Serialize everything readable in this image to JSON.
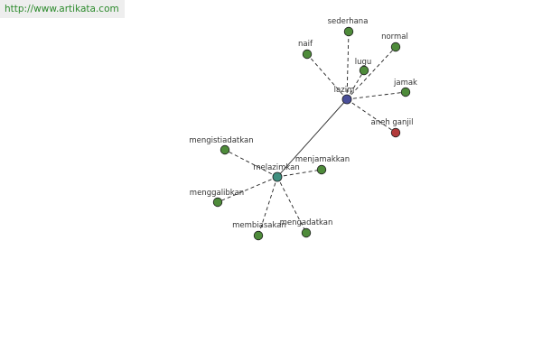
{
  "source_link": "http://www.artikata.com",
  "colors": {
    "leaf_node": "#4e8b3a",
    "hub_lazim": "#4a4f9a",
    "hub_melazimkan": "#3f8f7f",
    "antonym_node": "#b23a3a",
    "edge": "#222222",
    "link": "#2c8a2c"
  },
  "graph": {
    "hubs": [
      {
        "id": "lazim",
        "label": "lazim",
        "color_key": "hub_lazim"
      },
      {
        "id": "melazimkan",
        "label": "melazimkan",
        "color_key": "hub_melazimkan"
      }
    ],
    "nodes": [
      {
        "id": "sederhana",
        "label": "sederhana",
        "hub": "lazim",
        "color_key": "leaf_node"
      },
      {
        "id": "naif",
        "label": "naif",
        "hub": "lazim",
        "color_key": "leaf_node"
      },
      {
        "id": "normal",
        "label": "normal",
        "hub": "lazim",
        "color_key": "leaf_node"
      },
      {
        "id": "lugu",
        "label": "lugu",
        "hub": "lazim",
        "color_key": "leaf_node"
      },
      {
        "id": "jamak",
        "label": "jamak",
        "hub": "lazim",
        "color_key": "leaf_node"
      },
      {
        "id": "aneh_ganjil",
        "label": "aneh ganjil",
        "hub": "lazim",
        "color_key": "antonym_node"
      },
      {
        "id": "mengistiadatkan",
        "label": "mengistiadatkan",
        "hub": "melazimkan",
        "color_key": "leaf_node"
      },
      {
        "id": "menjamakkan",
        "label": "menjamakkan",
        "hub": "melazimkan",
        "color_key": "leaf_node"
      },
      {
        "id": "menggalibkan",
        "label": "menggalibkan",
        "hub": "melazimkan",
        "color_key": "leaf_node"
      },
      {
        "id": "membiasakan",
        "label": "membiasakan",
        "hub": "melazimkan",
        "color_key": "leaf_node"
      },
      {
        "id": "mengadatkan",
        "label": "mengadatkan",
        "hub": "melazimkan",
        "color_key": "leaf_node"
      }
    ],
    "hub_link": {
      "from": "lazim",
      "to": "melazimkan"
    }
  }
}
